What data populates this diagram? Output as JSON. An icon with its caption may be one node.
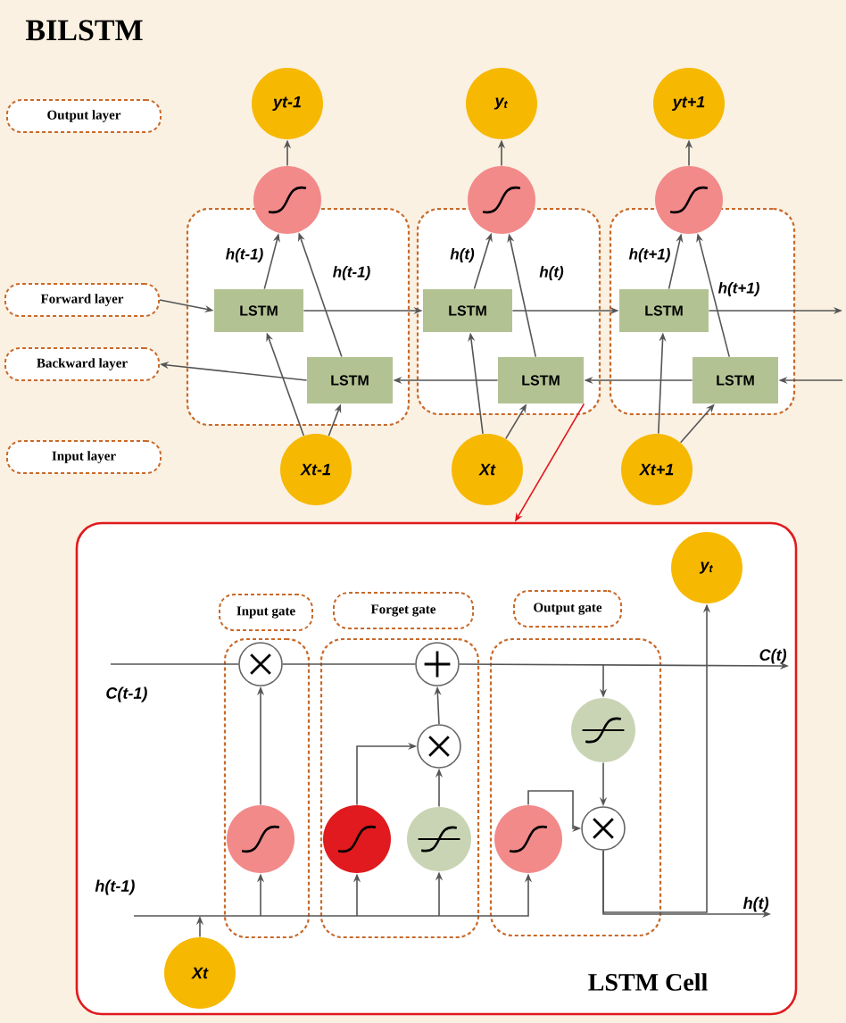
{
  "diagram": {
    "title": "BILSTM",
    "nodes": [
      {
        "text": [
          "Output layer"
        ]
      },
      {
        "text": [
          "yt-1"
        ]
      },
      {
        "text": [
          "y$_{t}$"
        ]
      },
      {
        "text": [
          "yt+1"
        ]
      },
      {
        "text": [],
        "shape": "circle"
      },
      {
        "text": [],
        "shape": "circle"
      },
      {
        "text": [],
        "shape": "circle"
      },
      {
        "text": [],
        "shape": "box"
      },
      {
        "text": [],
        "shape": "box"
      },
      {
        "text": [],
        "shape": "box"
      },
      {
        "text": [
          "Forward layer"
        ]
      },
      {
        "text": [
          "LSTM"
        ],
        "in": 7
      },
      {
        "text": [
          "LSTM"
        ],
        "in": 8
      },
      {
        "text": [
          "LSTM"
        ],
        "in": 9
      },
      {
        "text": [
          "Backward layer"
        ]
      },
      {
        "text": [
          "LSTM"
        ],
        "in": 7
      },
      {
        "text": [
          "LSTM"
        ],
        "in": 8
      },
      {
        "text": [
          "LSTM"
        ],
        "in": 9
      },
      {
        "text": [
          "Input layer"
        ]
      },
      {
        "text": [
          "Xt-1"
        ]
      },
      {
        "text": [
          "Xt"
        ]
      },
      {
        "text": [
          "Xt+1"
        ]
      },
      {
        "text": [
          "LSTM Cell"
        ]
      },
      {
        "text": [
          "y$_{t}$"
        ],
        "in": 22
      },
      {
        "text": [
          "Input gate"
        ],
        "in": 22
      },
      {
        "text": [
          "Forget gate"
        ],
        "in": 22
      },
      {
        "text": [
          "Output gate"
        ],
        "in": 22
      },
      {
        "text": [],
        "shape": "box",
        "in": 22
      },
      {
        "text": [],
        "shape": "box",
        "in": 22
      },
      {
        "text": [],
        "shape": "box",
        "in": 22
      },
      {
        "text": [],
        "shape": "circle",
        "in": 27
      },
      {
        "text": [],
        "shape": "circle",
        "in": 28
      },
      {
        "text": [],
        "shape": "circle",
        "in": 28
      },
      {
        "text": [],
        "shape": "circle",
        "in": 29
      },
      {
        "text": [],
        "shape": "circle",
        "in": 27
      },
      {
        "text": [],
        "shape": "circle",
        "in": 28
      },
      {
        "text": [],
        "shape": "circle",
        "in": 28
      },
      {
        "text": [],
        "shape": "circle",
        "in": 29
      },
      {
        "text": [],
        "shape": "circle",
        "in": 29
      },
      {
        "text": [
          "Xt"
        ],
        "in": 22
      },
      {
        "text": [
          "C(t)"
        ],
        "in": 22
      },
      {
        "text": [
          "h(t)"
        ],
        "in": 22
      }
    ],
    "edges": [
      {
        "from": 4,
        "to": 1,
        "arrow": "to"
      },
      {
        "from": 5,
        "to": 2,
        "arrow": "to"
      },
      {
        "from": 6,
        "to": 3,
        "arrow": "to"
      },
      {
        "from": 11,
        "to": 4,
        "arrow": "to",
        "label": "h(t-1)"
      },
      {
        "from": 15,
        "to": 4,
        "arrow": "to",
        "label": "h(t-1)"
      },
      {
        "from": 12,
        "to": 5,
        "arrow": "to",
        "label": "h(t)"
      },
      {
        "from": 16,
        "to": 5,
        "arrow": "to",
        "label": "h(t)"
      },
      {
        "from": 13,
        "to": 6,
        "arrow": "to",
        "label": "h(t+1)"
      },
      {
        "from": 17,
        "to": 6,
        "arrow": "to",
        "label": "h(t+1)"
      },
      {
        "from": 19,
        "to": 11,
        "arrow": "to"
      },
      {
        "from": 19,
        "to": 15,
        "arrow": "to"
      },
      {
        "from": 20,
        "to": 12,
        "arrow": "to"
      },
      {
        "from": 20,
        "to": 16,
        "arrow": "to"
      },
      {
        "from": 21,
        "to": 13,
        "arrow": "to"
      },
      {
        "from": 21,
        "to": 17,
        "arrow": "to"
      },
      {
        "from": 10,
        "to": 11,
        "arrow": "to"
      },
      {
        "from": 11,
        "to": 12,
        "arrow": "to"
      },
      {
        "from": 12,
        "to": 13,
        "arrow": "to"
      },
      {
        "from": 13,
        "to": null,
        "arrow": "to"
      },
      {
        "from": null,
        "to": 17,
        "arrow": "to"
      },
      {
        "from": 17,
        "to": 16,
        "arrow": "to"
      },
      {
        "from": 16,
        "to": 15,
        "arrow": "to"
      },
      {
        "from": 15,
        "to": 14,
        "arrow": "to"
      },
      {
        "from": 16,
        "to": 22,
        "arrow": "to",
        "color": "#e3141c"
      },
      {
        "from": null,
        "to": 30,
        "arrow": "none"
      },
      {
        "from": 30,
        "to": 31,
        "arrow": "none"
      },
      {
        "from": 31,
        "to": 40,
        "arrow": "to"
      },
      {
        "from": null,
        "to": 33,
        "arrow": "to"
      },
      {
        "from": 34,
        "to": 30,
        "arrow": "to"
      },
      {
        "from": 35,
        "to": 32,
        "arrow": "to"
      },
      {
        "from": 36,
        "to": 32,
        "arrow": "to"
      },
      {
        "from": 32,
        "to": 31,
        "arrow": "to"
      },
      {
        "from": 33,
        "to": 38,
        "arrow": "to"
      },
      {
        "from": 37,
        "to": 38,
        "arrow": "to"
      },
      {
        "from": 38,
        "to": 41,
        "arrow": "to"
      },
      {
        "from": 38,
        "to": 23,
        "arrow": "to"
      },
      {
        "from": null,
        "to": 34,
        "arrow": "to"
      },
      {
        "from": null,
        "to": 35,
        "arrow": "to"
      },
      {
        "from": null,
        "to": 36,
        "arrow": "to"
      },
      {
        "from": null,
        "to": 37,
        "arrow": "to"
      },
      {
        "from": 39,
        "to": null,
        "arrow": "to"
      }
    ],
    "labels": [
      "C(t-1)",
      "h(t-1)"
    ]
  }
}
